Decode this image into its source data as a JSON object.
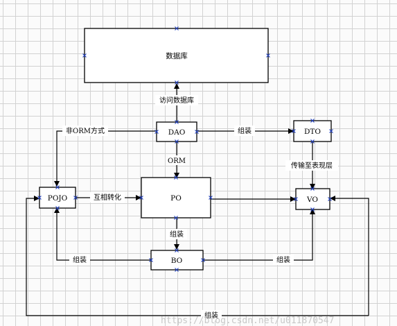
{
  "nodes": {
    "database": "数据库",
    "dao": "DAO",
    "dto": "DTO",
    "pojo": "POJO",
    "po": "PO",
    "vo": "VO",
    "bo": "BO"
  },
  "edges": {
    "dao_to_database": "访问数据库",
    "dao_to_pojo": "非ORM方式",
    "dao_to_dto": "组装",
    "dao_to_po": "ORM",
    "dto_to_vo": "传输至表现层",
    "pojo_po": "互相转化",
    "po_to_bo": "组装",
    "pojo_bo": "组装",
    "bo_vo": "组装",
    "vo_pojo_bottom": "组装"
  },
  "watermark": "https://blog.csdn.net/u011870547"
}
